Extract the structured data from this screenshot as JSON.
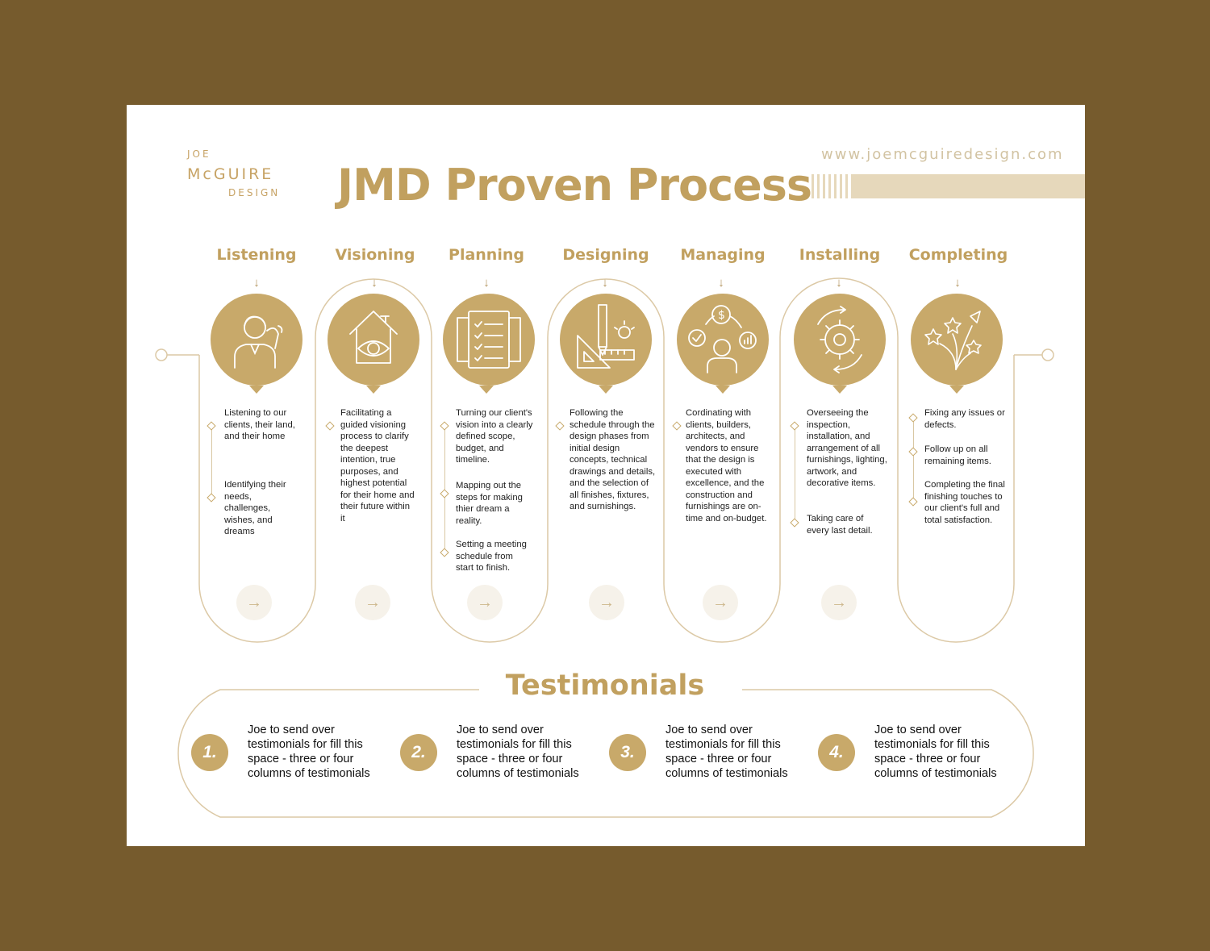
{
  "logo": {
    "line1": "JOE",
    "line2": "McGUIRE",
    "line3": "DESIGN"
  },
  "header": {
    "title": "JMD Proven Process",
    "url": "www.joemcguiredesign.com"
  },
  "colors": {
    "background": "#765b2d",
    "accent": "#c8a96a",
    "title": "#c1a05f",
    "light": "#e6d8bb"
  },
  "steps": [
    {
      "title": "Listening",
      "icon": "listening-person-icon",
      "items": [
        {
          "text": "Listening to our clients, their land, and their home"
        },
        {
          "text": "Identifying their needs, challenges, wishes, and dreams"
        }
      ]
    },
    {
      "title": "Visioning",
      "icon": "house-eye-icon",
      "items": [
        {
          "text": "Facilitating a guided visioning process to clarify the deepest intention, true purposes, and highest potential for their home and their future within it"
        }
      ]
    },
    {
      "title": "Planning",
      "icon": "checklist-icon",
      "items": [
        {
          "text": "Turning our client's vision into a clearly defined scope, budget, and timeline."
        },
        {
          "text": "Mapping out the steps for making thier dream a reality."
        },
        {
          "text": "Setting a meeting schedule from start to finish."
        }
      ]
    },
    {
      "title": "Designing",
      "icon": "drafting-tools-icon",
      "items": [
        {
          "text": "Following the schedule through the design phases from initial design concepts, technical drawings and details, and the selection of all finishes, fixtures, and surnishings."
        }
      ]
    },
    {
      "title": "Managing",
      "icon": "manager-icon",
      "items": [
        {
          "text": "Cordinating with clients, builders, architects, and vendors to ensure that the design is executed with excellence, and the construction and furnishings are on-time and on-budget."
        }
      ]
    },
    {
      "title": "Installing",
      "icon": "gear-cycle-icon",
      "items": [
        {
          "text": "Overseeing the inspection, installation, and arrangement of all furnishings, lighting, artwork, and decorative items."
        },
        {
          "text": "Taking care of every last detail."
        }
      ]
    },
    {
      "title": "Completing",
      "icon": "stars-icon",
      "items": [
        {
          "text": "Fixing any issues or defects."
        },
        {
          "text": "Follow up on all remaining items."
        },
        {
          "text": "Completing the final finishing touches to our client's full and total satisfaction."
        }
      ]
    }
  ],
  "arrow_glyph": "→",
  "down_glyph": "↓",
  "testimonials": {
    "title": "Testimonials",
    "items": [
      {
        "num": "1.",
        "text": "Joe to send over testimonials for fill this space - three or four columns of testimonials"
      },
      {
        "num": "2.",
        "text": "Joe to send over testimonials for fill this space - three or four columns of testimonials"
      },
      {
        "num": "3.",
        "text": "Joe to send over testimonials for fill this space - three or four columns of testimonials"
      },
      {
        "num": "4.",
        "text": "Joe to send over testimonials for fill this space - three or four columns of testimonials"
      }
    ]
  }
}
